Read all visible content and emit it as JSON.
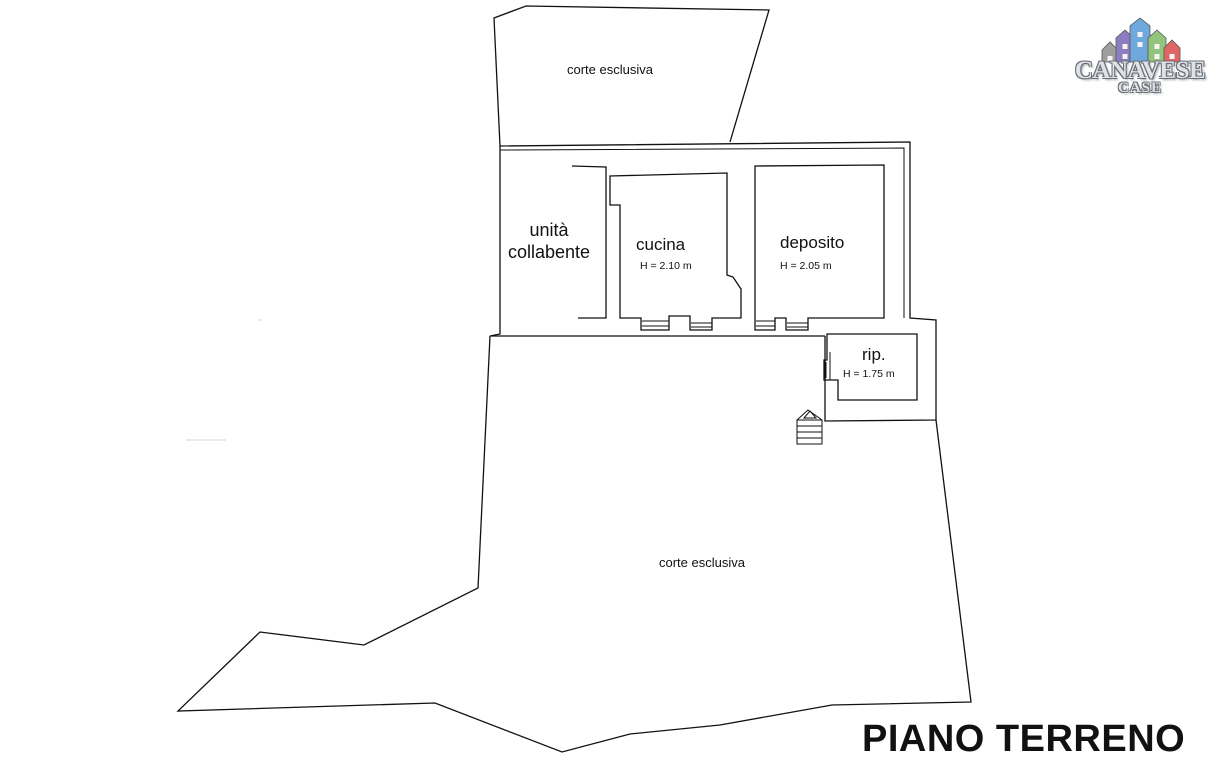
{
  "plan": {
    "title": "PIANO TERRENO",
    "rooms": {
      "unita_collabente": {
        "line1": "unità",
        "line2": "collabente"
      },
      "cucina": {
        "name": "cucina",
        "height": "H = 2.10 m"
      },
      "deposito": {
        "name": "deposito",
        "height": "H = 2.05 m"
      },
      "ripostiglio": {
        "name": "rip.",
        "height": "H = 1.75 m"
      }
    },
    "yards": {
      "north": "corte esclusiva",
      "south": "corte esclusiva"
    }
  },
  "logo": {
    "name": "CANAVESE",
    "sub": "CASE",
    "colors": [
      "#8e7cc3",
      "#6fa8dc",
      "#93c47d",
      "#e06666",
      "#9e9e9e"
    ]
  }
}
